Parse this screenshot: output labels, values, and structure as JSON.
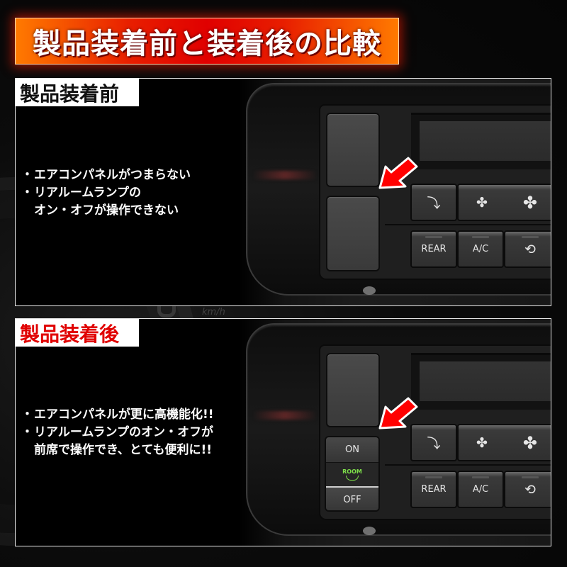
{
  "banner": {
    "title": "製品装着前と装着後の比較",
    "colors": {
      "gradient_edge": "#ff7a00",
      "gradient_center": "#e00000",
      "text": "#ffffff"
    }
  },
  "before": {
    "label": "製品装着前",
    "label_color": "#111111",
    "bullets": [
      {
        "dot": "・",
        "lines": [
          "エアコンパネルがつまらない"
        ]
      },
      {
        "dot": "・",
        "lines": [
          "リアルームランプの",
          "オン・オフが操作できない"
        ]
      }
    ],
    "photo": {
      "switch_top": "blank",
      "switch_bottom": "blank",
      "ac_buttons_row1": [
        "defrost-icon",
        "fan-low-icon",
        "fan-high-icon"
      ],
      "ac_buttons_row2": [
        "REAR",
        "A/C",
        "recirculation-icon"
      ]
    }
  },
  "after": {
    "label": "製品装着後",
    "label_color": "#e00000",
    "bullets": [
      {
        "dot": "・",
        "lines": [
          "エアコンパネルが更に高機能化!!"
        ]
      },
      {
        "dot": "・",
        "lines": [
          "リアルームランプのオン・オフが",
          "前席で操作でき、とても便利に!!"
        ]
      }
    ],
    "photo": {
      "switch_top": "blank",
      "room_switch": {
        "on": "ON",
        "room": "ROOM",
        "off": "OFF",
        "room_color": "#7ee04a"
      },
      "ac_buttons_row1": [
        "defrost-icon",
        "fan-low-icon",
        "fan-high-icon"
      ],
      "ac_buttons_row2": [
        "REAR",
        "A/C",
        "recirculation-icon"
      ]
    }
  },
  "background": {
    "speedo_unit": "km/h"
  },
  "arrow_color": "#ff0000"
}
